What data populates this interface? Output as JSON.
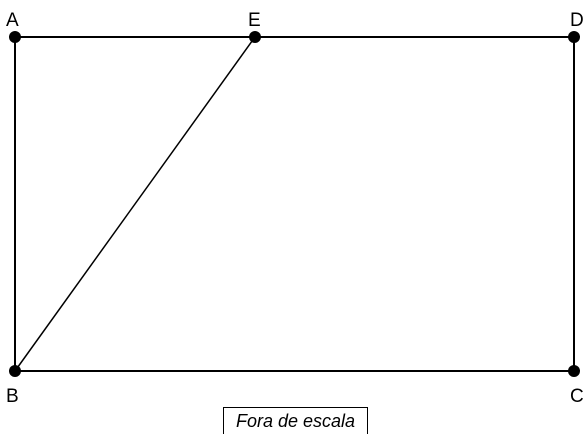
{
  "diagram": {
    "points": {
      "A": "A",
      "B": "B",
      "C": "C",
      "D": "D",
      "E": "E"
    },
    "note": "Fora de escala",
    "colors": {
      "line": "#000000",
      "point": "#000000",
      "background": "#ffffff"
    }
  }
}
